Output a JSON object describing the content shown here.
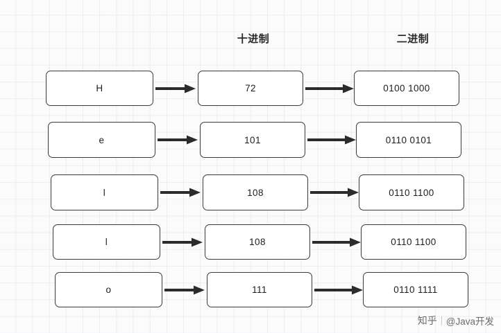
{
  "headers": {
    "decimal": "十进制",
    "binary": "二进制"
  },
  "rows": [
    {
      "char": "H",
      "decimal": "72",
      "binary": "0100 1000"
    },
    {
      "char": "e",
      "decimal": "101",
      "binary": "0110 0101"
    },
    {
      "char": "l",
      "decimal": "108",
      "binary": "0110 1100"
    },
    {
      "char": "l",
      "decimal": "108",
      "binary": "0110 1100"
    },
    {
      "char": "o",
      "decimal": "111",
      "binary": "0110 1111"
    }
  ],
  "watermark": {
    "logo": "知乎",
    "user": "@Java开发"
  },
  "colors": {
    "node_border": "#3a3a3a",
    "grid": "#e9eef2",
    "background": "#fbfbfb",
    "text": "#1d1d1d"
  }
}
